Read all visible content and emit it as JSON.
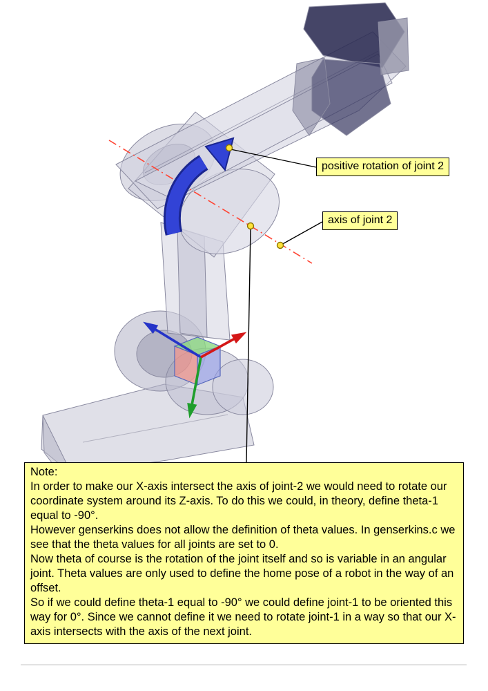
{
  "callouts": {
    "positive_rotation": "positive rotation of joint 2",
    "axis": "axis of joint 2"
  },
  "note": {
    "title": "Note:",
    "p1": "In order to make our X-axis intersect the axis of joint-2 we would need to rotate our coordinate system around its Z-axis. To do this we could, in theory,  define theta-1 equal to -90°.",
    "p2": "However genserkins does not allow the definition of theta values. In genserkins.c we see that the theta values for all joints are set to 0.",
    "p3": "Now theta of course is the rotation of the joint itself and so is variable in an angular joint. Theta values are only used to define the home pose of a robot in the way of an offset.",
    "p4": "So if we could define theta-1 equal to -90° we could define joint-1  to be oriented this way for 0°.  Since we cannot define it we need to rotate joint-1 in a way so that our X-axis intersects with the axis of the next joint."
  },
  "colors": {
    "callout_bg": "#FFFF99",
    "note_bg": "#FFFF99",
    "rotation_arrow_blue": "#3243D6",
    "joint_axis_red": "#FF4433",
    "x_axis_red": "#D41717",
    "y_axis_green": "#1F9E2C",
    "z_axis_blue": "#2433C8",
    "marker_dot_yellow": "#FFE23A"
  }
}
